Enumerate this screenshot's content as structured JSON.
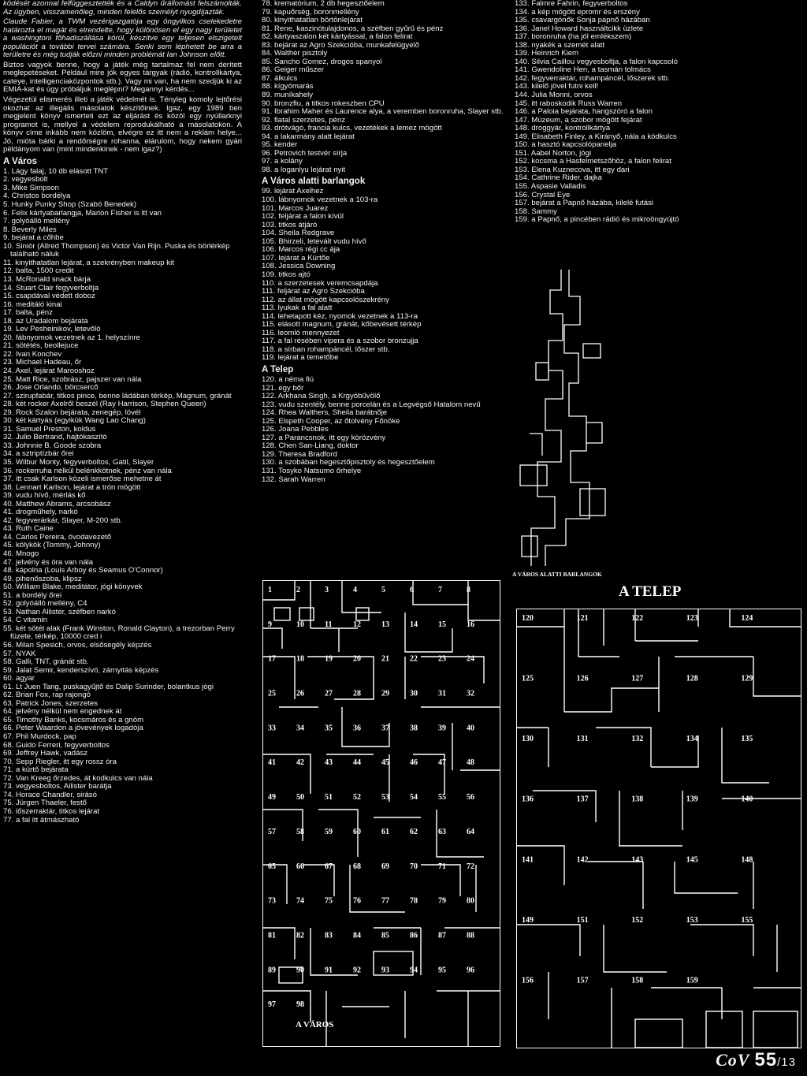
{
  "col1": {
    "intro_italic": "ködését azonnal felfüggesztették és a Caldyn űrállomást felszámolták. Az ügyben, visszamenőleg, minden felelős személyt nyugdíjazták.",
    "para1_italic": "Claude Fabier, a TWM vezérigazgatója egy öngyilkos cselekedetre határozta el magát és elrendelte, hogy különösen el egy nagy területet a washingtoni főhadiszállása körül, készítve egy teljesen elszigetelt populációt a további tervei számára. Senki sem léphetett be arra a területre és még tudják előzni minden problémát Ian Johnson előtt.",
    "para2": "Biztos vagyok benne, hogy a játék még tartalmaz fel nem derített meglepetéseket. Például mire jók egyes tárgyak (rádió, kontrollkártya, cateye, intelligenciaközpontok stb.). Vagy mi van, ha nem szedjük ki az EMIA-kat és úgy próbáljuk meglépni? Megannyi kérdés...",
    "para3": "Végezetül elismerés illeti a játék védelmét is. Tényleg komoly lejtőrési okozhat az illegális másolatok készítőinek. Igaz, egy 1989 ben megjelent könyv ismerteti ezt az eljárást és közöl egy nyúllarknyi programot is, mellyel a védelem reprodukálható a másolatokon. A könyv címe inkább nem közlöm, elvégre ez itt nem a reklám helye... Jó, mióta bárki a rendőrségre rohanna, elárulom, hogy nekem gyári példányom van (mint mindenkinek - nem igaz?)",
    "heading": "A Város",
    "items": [
      "1. Lágy falaj, 10 db elásott TNT",
      "2. vegyesbolt",
      "3. Mike Simpson",
      "4. Christos bordélya",
      "5. Hunky Punky Shop (Szabó Benedek)",
      "6. Felix kártyabarlangja, Marion Fisher is itt van",
      "7. golyóálló mellény",
      "8. Beverly Miles",
      "9. bejárat a cőhbe",
      "10. Siniór (Allred Thompson) és Victor Van Rijn. Puska és börlérkép található náluk",
      "11. kinyithatatlan lejárat, a szekrényben makeup kit",
      "12. balta, 1500 credit",
      "13. McRonald snack bárja",
      "14. Stuart Clair fegyverboltja",
      "15. csapdával védett doboz",
      "16. meditáló kinai",
      "17. balta, pénz",
      "18. az Uradalom bejárata",
      "19. Lev Pesheinikov, letevőló",
      "20. fábnyomok vezetnek az 1. helyszínre",
      "21. sötétés, beollejuce",
      "22. Ivan Konchev",
      "23. Michael Hadeau, őr",
      "24. Axel, lejárat Marooshoz",
      "25. Matt Rice, szobrász, pajszer van nála",
      "26. Jose Orlando, börcsercő",
      "27. szirupfabár, titkos pince, benne ládában térkép, Magnum, gránát",
      "28. két rocker Axelről beszél (Ray Harrison, Stephen Queen)",
      "29. Rock Szalon bejárata, zenegép, lövél",
      "30. két kártyás (egyikük Wang Lao Chang)",
      "31. Samuel Preston, koldus",
      "32. Julio Bertrand, hajtókaszító",
      "33. Johnnie B. Goode szobra",
      "34. a sztriptízbár őrei",
      "35. Wilbur Monty, fegyverboltos, Gatil, Slayer",
      "36. rockerruha nélkül belénkkötnek, pénz van nála",
      "37. itt csak Karlson közeli ismerőse mehetne át",
      "38. Lennart Karlson, lejárat a trón mögött",
      "39. vudu hívő, mérlás kő",
      "40. Matthew Abrams, arcsobász",
      "41. drogműhely, narkó",
      "42. fegyverárkár, Slayer, M-200 stb.",
      "43. Ruth Caine",
      "44. Carlos Pereira, óvodavezető",
      "45. kölykök (Tommy, Johnny)",
      "46. Mnogo",
      "47. jelvény és óra van nála",
      "48. kápolna (Louis Arboy és Seamus O'Connor)",
      "49. pihenőszoba, klipsz",
      "50. William Blake, meditátor, jógi könyvek",
      "51. a bordély őrei",
      "52. golyóálló mellény, C4",
      "53. Nathan Allister, széfben narkó",
      "54. C vitamin",
      "55. két sötét alak (Frank Winston, Ronald Clayton), a trezorban Perry füzete, térkép, 10000 cred i",
      "56. Milan Spesich, orvos, elsősegély képzés",
      "57. NYAK",
      "58. Galli, TNT, gránát stb.",
      "59. Jalat Semir, kenderszívó, zárnyitás képzés",
      "60. agyar",
      "61. Lt Juen Tang, puskagyűjtő és Dalip Surinder, bolantkus jógi",
      "62. Brian Fox, rap rajongó",
      "63. Patrick Jones, szerzetes",
      "64. jelvény nélkül nem engednek át",
      "65. Timothy Banks, kocsmáros és a gnóm",
      "66. Peter Waardon a jövevények logadója",
      "67. Phil Murdock, pap",
      "68. Guido Ferreri, fegyverboltos",
      "69. Jeffrey Hawk, vadász",
      "70. Sepp Riegler, itt egy rossz óra",
      "71. a kürtő bejárata",
      "72. Van Kreeg őrzedes, át kodkulcs van nála",
      "73. vegyesboltos, Allister barátja",
      "74. Horace Chandler, sirásó",
      "75. Jürgen Thaeler, festő",
      "76. lőszerraktár, titkos lejárat",
      "77. a fal itt átmászható"
    ]
  },
  "col2": {
    "items_a": [
      "78. krematórium, 2 db hegesztőelem",
      "79. kapuőrség, boronmellény",
      "80. kinyithatatlan börtönlejárat",
      "81. Rene, kaszinótulajdonos, a széfben gyűrű és pénz",
      "82. kártyaszalon két kártyással, a falon felirat",
      "83. bejárat az Agro Szekcióba, munkafelügyelő",
      "84. Walther pisztoly",
      "85. Sancho Gomez, drogos spanyol",
      "86. Geiger műszer",
      "87. álkulcs",
      "88. kígyómarás",
      "89. muníkahely",
      "90. bronzfiu, a titkos rokeszben CPU",
      "91. Ibrahim Maher és Laurence alya, a veremben boronruha, Slayer stb.",
      "92. fiatal szerzetes, pénz",
      "93. drótvágó, francia kulcs, vezetékek a lemez mögött",
      "94. a lakarmány alatt lejárat",
      "95. kender",
      "96. Petrovich testvér sírja",
      "97. a kolány",
      "98. a loganlyu lejárat nyit"
    ],
    "heading_b": "A Város alatti barlangok",
    "items_b": [
      "99. lejárat Axelhez",
      "100. lábnyomok vezetnek a 103-ra",
      "101. Marcos Juarez",
      "102. feljárat a falon kívül",
      "103. titkos átjáró",
      "104. Sheila Redgrave",
      "105. Bhirzeli, letevált vudu hívő",
      "106. Marcos régi cc ája",
      "107. lejárat a Kürtőe",
      "108. Jessica Downing",
      "109. titkos ajtó",
      "110. a szerzetesek veremcsapdája",
      "111. feljárat az Agro Szekcióba",
      "112. az állat mögött kapcsolószekrény",
      "113. lyukak a fal alatt",
      "114. lehetapott kéz, nyomok vezetnek a 113-ra",
      "115. elásott magnum, gránát, kőbevésett térkép",
      "116. leomló mennyezet",
      "117. a fal résében vipera és a szobor bronzujja",
      "118. a sírban rohampáncél, lőszer stb.",
      "119. lejárat a temetőbe"
    ],
    "heading_c": "A Telep",
    "items_c": [
      "120. a néma fiú",
      "121. egy bőr",
      "122. Arkhana Singh, a Krgyóbűvölő",
      "123. vudu szentély, benne porcelán és a Legvégső Hatalom nevű",
      "124. Rhea Walthers, Sheila barátnője",
      "125. Elspeth Cooper, az őtolvény Főnöke",
      "126. Joana Pebbles",
      "127. a Parancsnok, itt egy körözvény",
      "128. Chen San-Liang, doktor",
      "129. Theresa Bradford",
      "130. a szobában hegesztőpisztoly és hegesztőelem",
      "131. Tosyko Natsumo őrhelye",
      "132. Sarah Warren"
    ]
  },
  "col3": {
    "items": [
      "133. Falmre Fahrin, fegyverboltos",
      "134. a kép mögött epromr és erszény",
      "135. csavargónők Sonja papnő házában",
      "136. Janel Howard használtcikk üzlete",
      "137. boronruha (ha jól emlékszem)",
      "138. nyakék a szemét alatt",
      "139. Heinrich Kiem",
      "140. Silvia Caillou vegyesboltja, a falon kapcsoló",
      "141. Gwendoline Hen, a tasmán tolmács",
      "142. fegyverraktár, rohampáncél, lőszerek stb.",
      "143. kilelő jövel futni kell!",
      "144. Julia Monni, orvos",
      "145. itt raboskodik Russ Warren",
      "146. a Paloia bejárata, hangszóró a falon",
      "147. Múzeum, a szobor mögött fejárat",
      "148. droggyár, kontrollkártya",
      "149. Elisabeth Finley, a Kirányő, nála a kódkulcs",
      "150. a hasztó kapcsolópanelja",
      "151. Aabel Norton, jógi",
      "152. kocsma a Hasfelmetszőhöz, a falon felirat",
      "153. Elena Kuznecova, itt egy dari",
      "154. Cathrine Rider, dajka",
      "155. Aspasie Valladis",
      "156. Crystal Eye",
      "157. bejárat a Papnő házába, kilelé futási",
      "158. Sammy",
      "159. a Papnő, a pincében rádió és mikroöngyújtó"
    ]
  },
  "maps": {
    "caves_caption": "A VÁROS ALATTI BARLANGOK",
    "telep_title": "A TELEP",
    "varos_caption": "A VÁROS",
    "telep_labels": [
      "120",
      "121",
      "122",
      "123",
      "124",
      "125",
      "126",
      "127",
      "128",
      "129",
      "130",
      "131",
      "132",
      "134",
      "135",
      "136",
      "137",
      "138",
      "139",
      "140",
      "141",
      "142",
      "143",
      "145",
      "148",
      "149",
      "151",
      "152",
      "153",
      "155",
      "156",
      "157",
      "158",
      "159"
    ],
    "varos_labels": [
      "1",
      "2",
      "3",
      "4",
      "5",
      "6",
      "7",
      "8",
      "9",
      "10",
      "11",
      "12",
      "13",
      "14",
      "15",
      "16",
      "17",
      "18",
      "19",
      "20",
      "21",
      "22",
      "23",
      "24",
      "25",
      "26",
      "27",
      "28",
      "29",
      "30",
      "31",
      "32",
      "33",
      "34",
      "35",
      "36",
      "37",
      "38",
      "39",
      "40",
      "41",
      "42",
      "43",
      "44",
      "45",
      "46",
      "47",
      "48",
      "49",
      "50",
      "51",
      "52",
      "53",
      "54",
      "55",
      "56",
      "57",
      "58",
      "59",
      "60",
      "61",
      "62",
      "63",
      "64",
      "65",
      "66",
      "67",
      "68",
      "69",
      "70",
      "71",
      "72",
      "73",
      "74",
      "75",
      "76",
      "77",
      "78",
      "79",
      "80",
      "81",
      "82",
      "83",
      "84",
      "85",
      "86",
      "87",
      "88",
      "89",
      "90",
      "91",
      "92",
      "93",
      "94",
      "95",
      "96",
      "97",
      "98"
    ]
  },
  "footer": {
    "logo": "CoV",
    "page": "55",
    "issue": "/13"
  },
  "colors": {
    "background": "#000000",
    "ink": "#ffffff"
  }
}
